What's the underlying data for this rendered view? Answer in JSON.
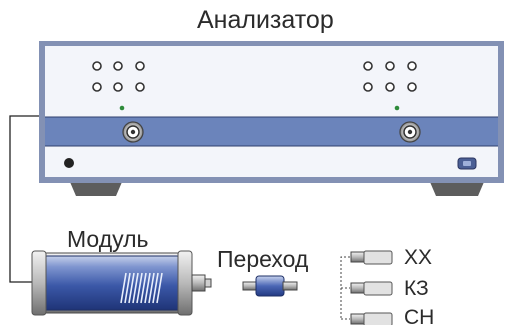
{
  "diagram": {
    "title": "Анализатор",
    "module_label": "Модуль",
    "adapter_label": "Переход",
    "standards": [
      {
        "label": "ХХ"
      },
      {
        "label": "КЗ"
      },
      {
        "label": "СН"
      }
    ]
  },
  "colors": {
    "analyzer_body": "#f3f5fa",
    "analyzer_frame": "#8391b4",
    "port_band": "#6b84bb",
    "module_blue": "#3d5aa8",
    "foot": "#5d5d5d",
    "led": "#2e8b3a"
  }
}
